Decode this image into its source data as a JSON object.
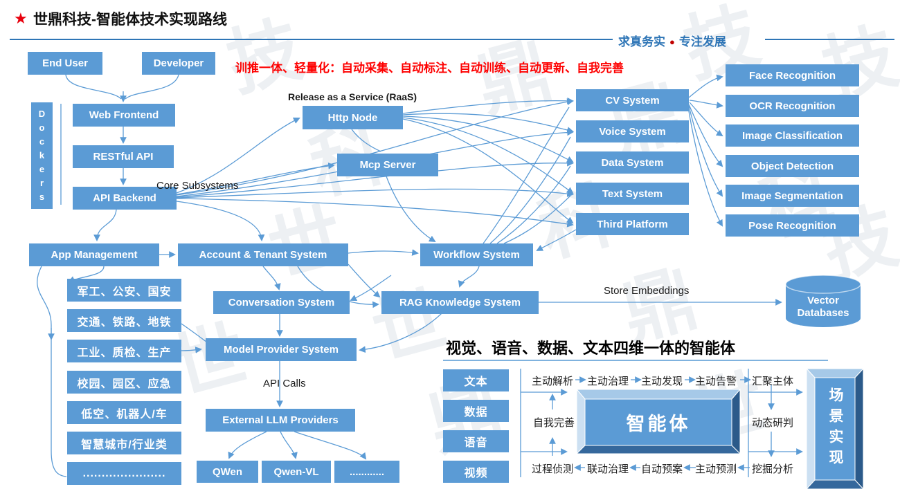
{
  "header": {
    "star": "★",
    "title": "世鼎科技-智能体技术实现路线",
    "slogan_left": "求真务实",
    "slogan_dot": "●",
    "slogan_right": "专注发展"
  },
  "note": "训推一体、轻量化：自动采集、自动标注、自动训练、自动更新、自我完善",
  "flow_labels": {
    "raas": "Release as a Service (RaaS)",
    "core_subsystems": "Core Subsystems",
    "store_embeddings": "Store Embeddings",
    "api_calls": "API Calls"
  },
  "nodes": {
    "end_user": "End User",
    "developer": "Developer",
    "dockers": "Dockers",
    "web_frontend": "Web Frontend",
    "restful_api": "RESTful API",
    "api_backend": "API Backend",
    "http_node": "Http Node",
    "mcp_server": "Mcp Server",
    "app_management": "App Management",
    "account_tenant": "Account & Tenant System",
    "workflow": "Workflow System",
    "conversation": "Conversation System",
    "rag": "RAG Knowledge System",
    "model_provider": "Model Provider System",
    "external_llm": "External LLM Providers",
    "qwen": "QWen",
    "qwen_vl": "Qwen-VL",
    "llm_more": "............",
    "vector_db": [
      "Vector",
      "Databases"
    ]
  },
  "systems": [
    "CV System",
    "Voice System",
    "Data System",
    "Text System",
    "Third Platform"
  ],
  "recognitions": [
    "Face Recognition",
    "OCR Recognition",
    "Image Classification",
    "Object Detection",
    "Image Segmentation",
    "Pose Recognition"
  ],
  "domains": [
    "军工、公安、国安",
    "交通、铁路、地铁",
    "工业、质检、生产",
    "校园、园区、应急",
    "低空、机器人/车",
    "智慧城市/行业类",
    "......................"
  ],
  "agent_panel": {
    "heading": "视觉、语音、数据、文本四维一体的智能体",
    "modalities": [
      "文本",
      "数据",
      "语音",
      "视频"
    ],
    "top_flow": [
      "主动解析",
      "主动治理",
      "主动发现",
      "主动告警",
      "汇聚主体"
    ],
    "bottom_flow": [
      "过程侦测",
      "联动治理",
      "自动预案",
      "主动预测",
      "挖掘分析"
    ],
    "left_label": "自我完善",
    "right_label": "动态研判",
    "agent": "智能体",
    "scene": "场景实现"
  },
  "colors": {
    "box_blue": "#5B9BD5",
    "header_blue": "#2E75B6",
    "note_red": "#FE0000",
    "dot_red": "#C00000"
  },
  "watermark_chars": [
    "世",
    "鼎",
    "科",
    "技"
  ]
}
